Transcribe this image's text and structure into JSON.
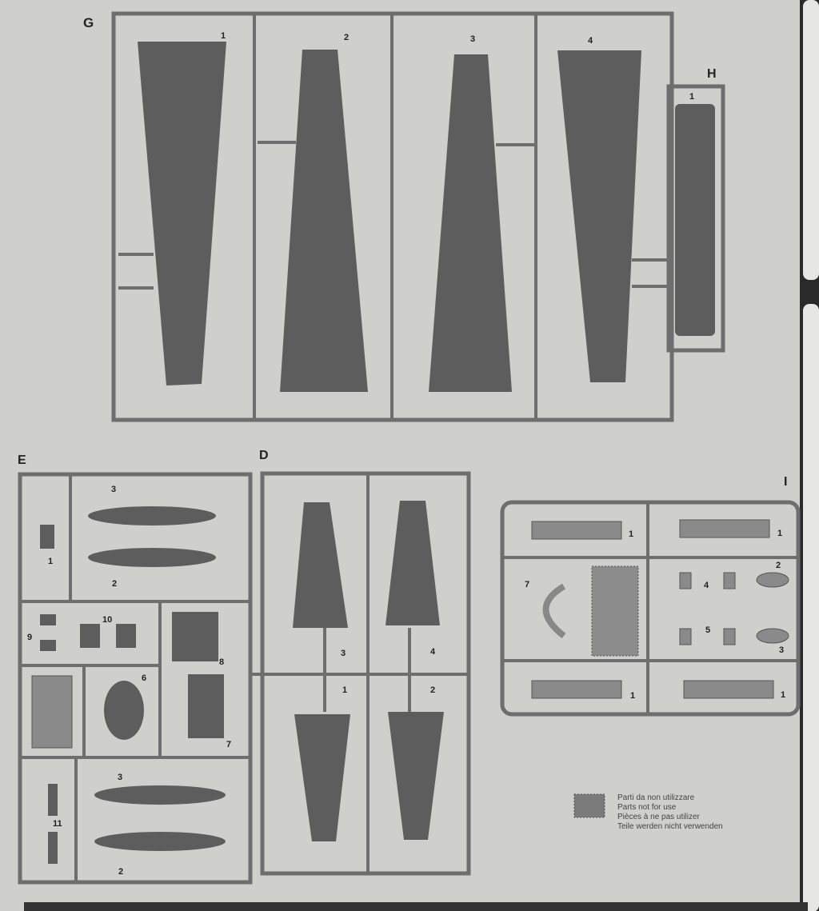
{
  "sprues": {
    "G": {
      "label": "G",
      "parts": [
        "1",
        "2",
        "3",
        "4"
      ]
    },
    "H": {
      "label": "H",
      "parts": [
        "1"
      ]
    },
    "E": {
      "label": "E",
      "parts": [
        "3",
        "1",
        "2",
        "10",
        "9",
        "8",
        "6",
        "7",
        "3",
        "11",
        "2"
      ]
    },
    "D": {
      "label": "D",
      "parts": [
        "3",
        "4",
        "1",
        "2"
      ]
    },
    "I": {
      "label": "I",
      "parts": [
        "1",
        "1",
        "7",
        "4",
        "2",
        "5",
        "3",
        "1",
        "1"
      ]
    }
  },
  "legend": {
    "swatch_color": "#7a7a7a",
    "lines": [
      "Parti da non utilizzare",
      "Parts not for use",
      "Pièces à ne pas utilizer",
      "Teile werden nicht verwenden"
    ]
  }
}
